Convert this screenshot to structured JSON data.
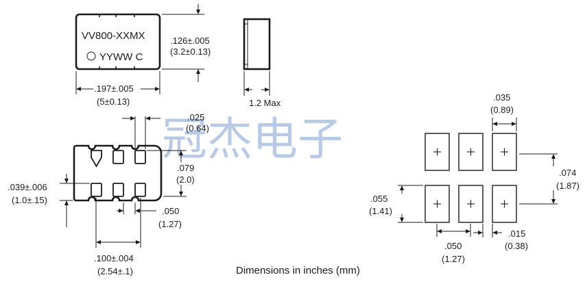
{
  "watermark": "冠杰电子",
  "caption": "Dimensions in inches (mm)",
  "top_view": {
    "part_number": "VV800-XXMX",
    "marking": "YYWW C",
    "height_in": ".126±.005",
    "height_mm": "(3.2±0.13)",
    "width_in": ".197±.005",
    "width_mm": "(5±0.13)"
  },
  "side_view": {
    "max_height": "1.2 Max"
  },
  "bottom_view": {
    "pad_width_in": ".025",
    "pad_width_mm": "(0.64)",
    "pad_length_in": ".079",
    "pad_length_mm": "(2.0)",
    "edge_in": ".039±.006",
    "edge_mm": "(1.0±.15)",
    "pad_gap_in": ".050",
    "pad_gap_mm": "(1.27)",
    "pitch_in": ".100±.004",
    "pitch_mm": "(2.54±.1)"
  },
  "footprint": {
    "pad_width_in": ".035",
    "pad_width_mm": "(0.89)",
    "row_spacing_in": ".074",
    "row_spacing_mm": "(1.87)",
    "pad_height_in": ".055",
    "pad_height_mm": "(1.41)",
    "pitch_in": ".050",
    "pitch_mm": "(1.27)",
    "gap_in": ".015",
    "gap_mm": "(0.38)"
  }
}
